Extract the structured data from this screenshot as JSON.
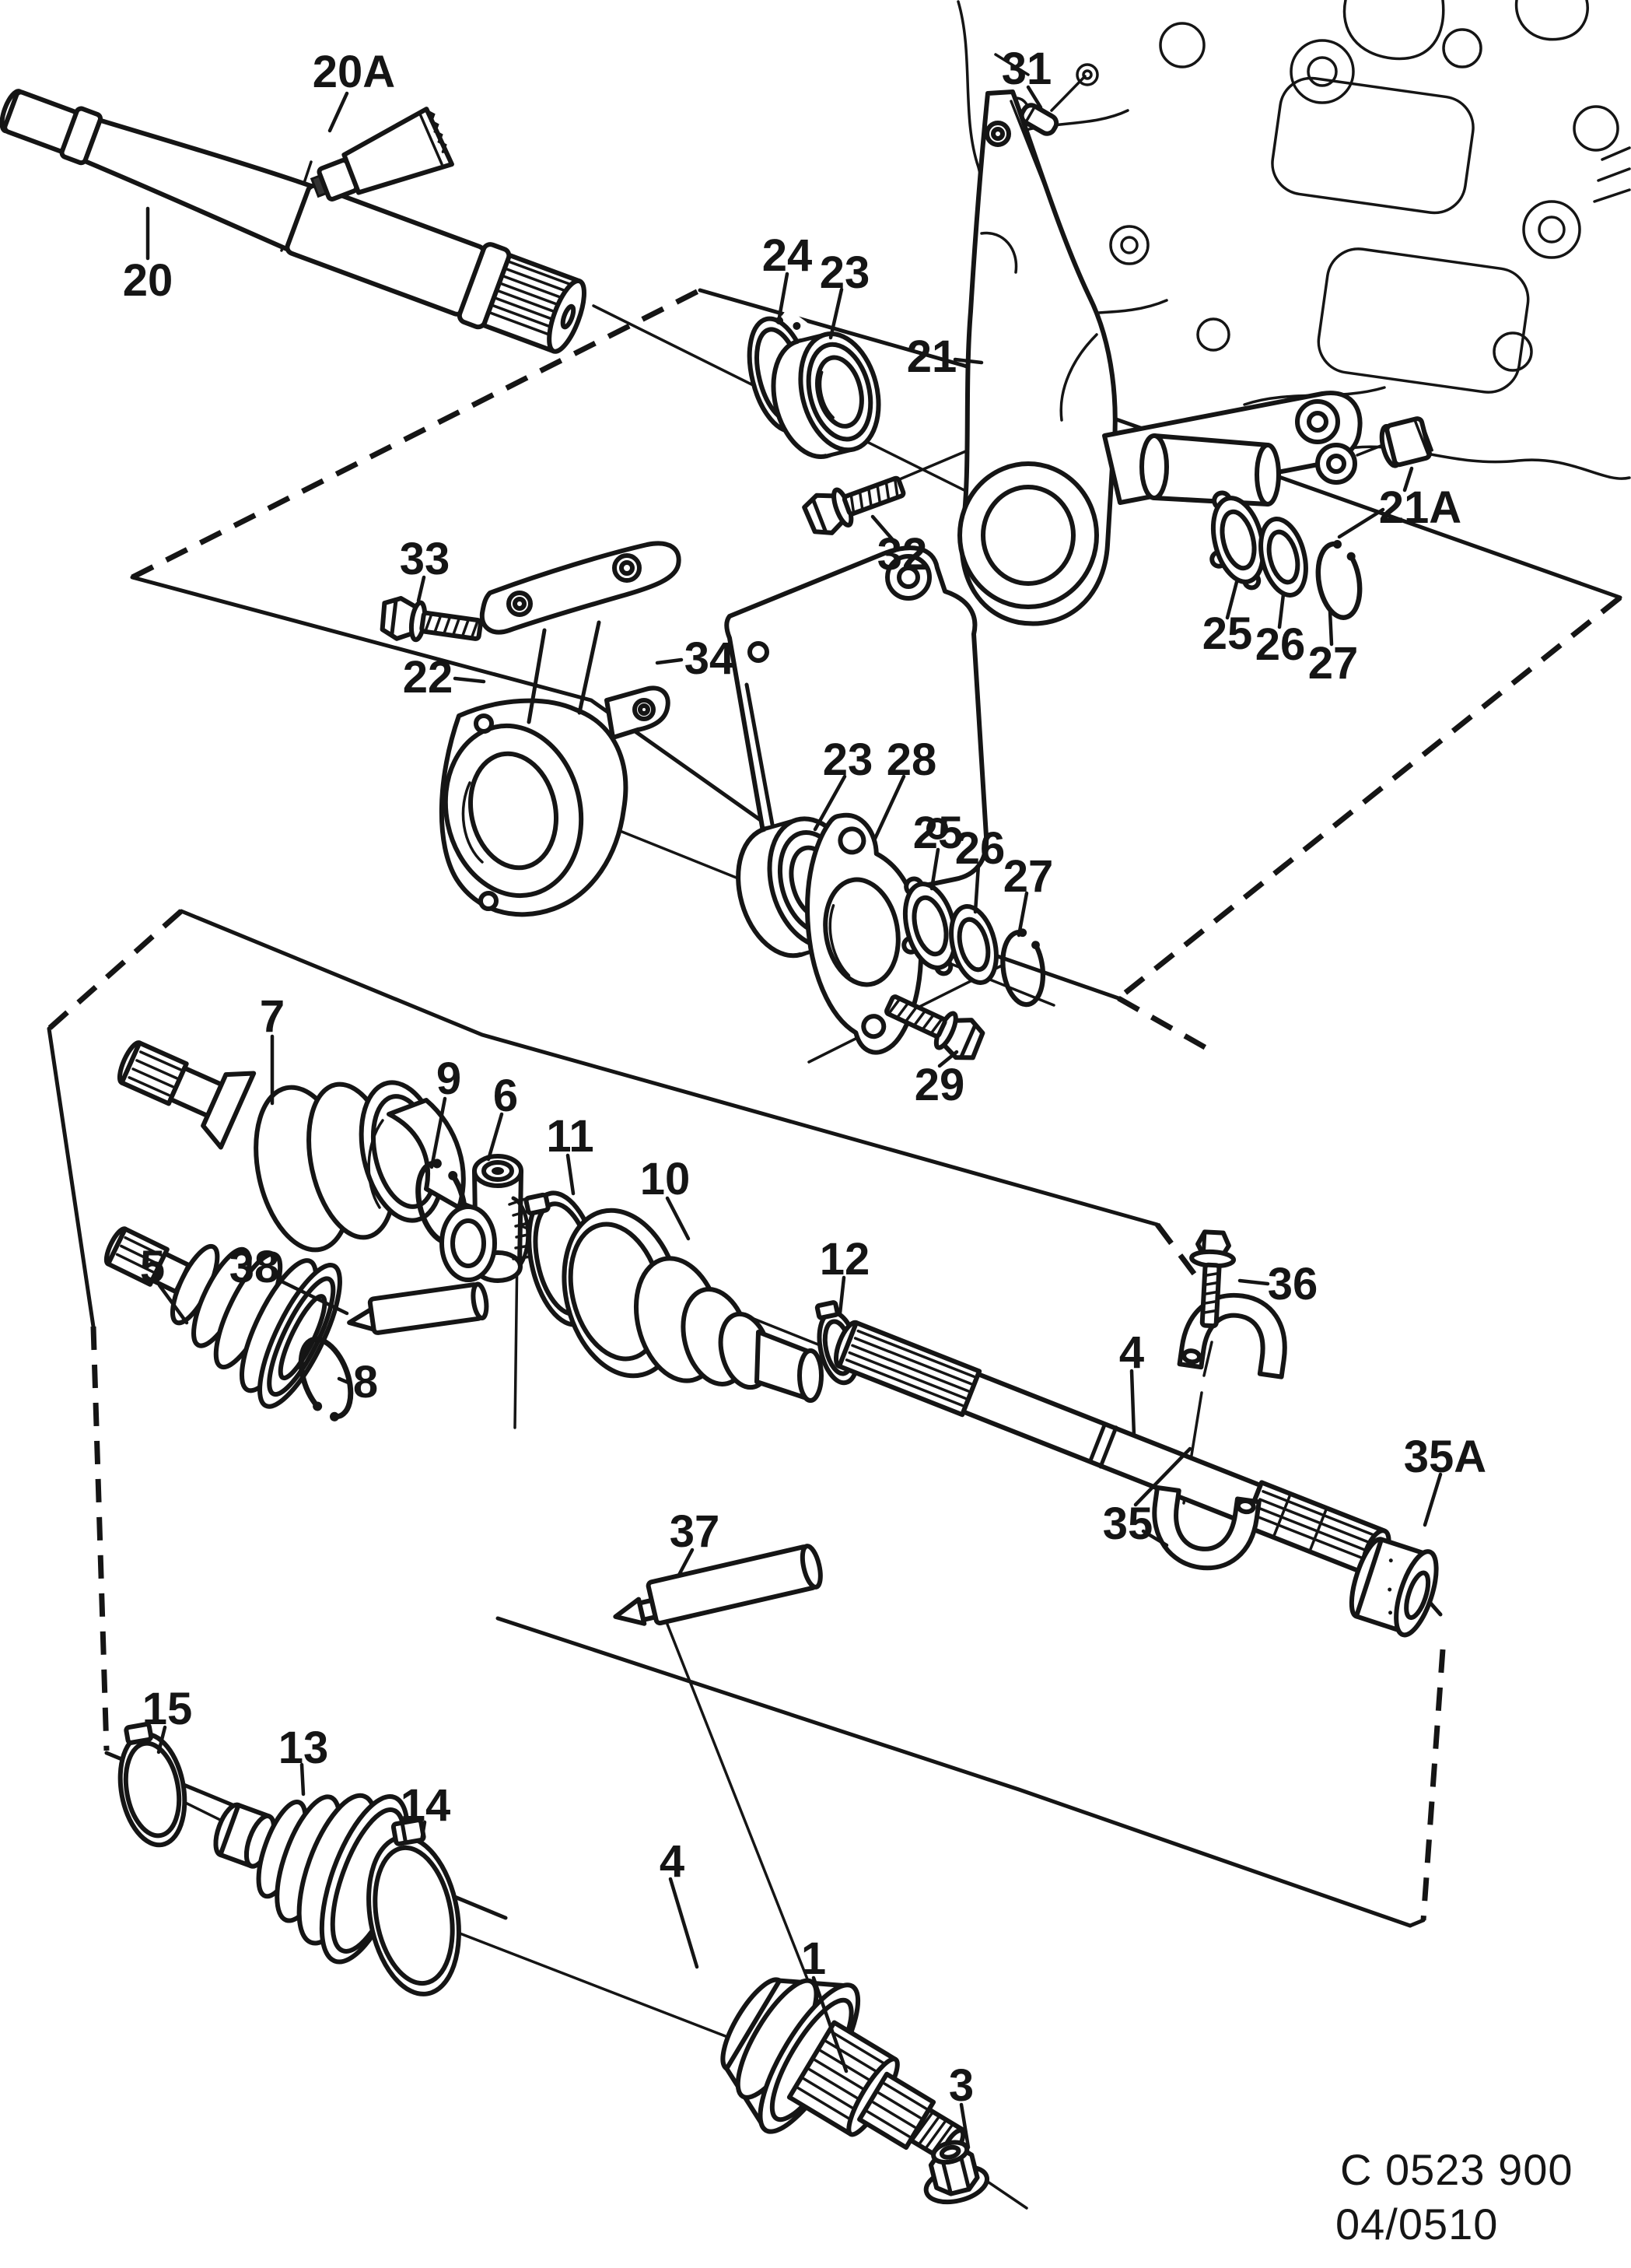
{
  "figure": {
    "kind": "exploded-parts-diagram",
    "subject": "drive shafts, inner/outer CV joints, bearing brackets and boots",
    "style": "monochrome line art"
  },
  "colors": {
    "ink": "#151515",
    "paper": "#ffffff"
  },
  "callouts": {
    "n1": "1",
    "n3": "3",
    "n4": "4",
    "n5": "5",
    "n6": "6",
    "n7": "7",
    "n8": "8",
    "n9": "9",
    "n10": "10",
    "n11": "11",
    "n12": "12",
    "n13": "13",
    "n14": "14",
    "n15": "15",
    "n20": "20",
    "n20a": "20A",
    "n21": "21",
    "n21a": "21A",
    "n22": "22",
    "n23": "23",
    "n24": "24",
    "n25": "25",
    "n26": "26",
    "n27": "27",
    "n28": "28",
    "n29": "29",
    "n31": "31",
    "n32": "32",
    "n33": "33",
    "n34": "34",
    "n35": "35",
    "n35a": "35A",
    "n36": "36",
    "n37": "37",
    "n38": "38"
  },
  "footer": {
    "catalog_code": "C 0523 900",
    "edition_code": "04/0510"
  }
}
